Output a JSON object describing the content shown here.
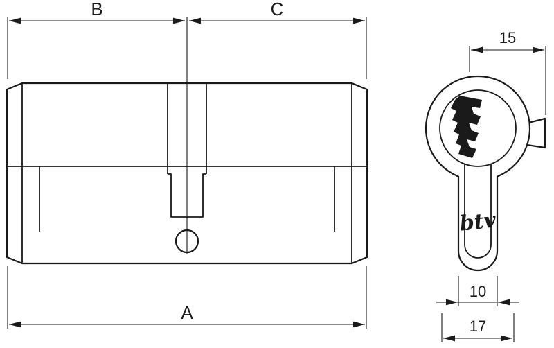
{
  "drawing": {
    "side_view": {
      "dim_b": "B",
      "dim_c": "C",
      "dim_a": "A"
    },
    "front_view": {
      "dim_cam": "15",
      "dim_stem": "10",
      "dim_body": "17",
      "logo": "btv"
    },
    "colors": {
      "line": "#1a1a1a",
      "background": "#ffffff",
      "keyway": "#000000"
    }
  }
}
